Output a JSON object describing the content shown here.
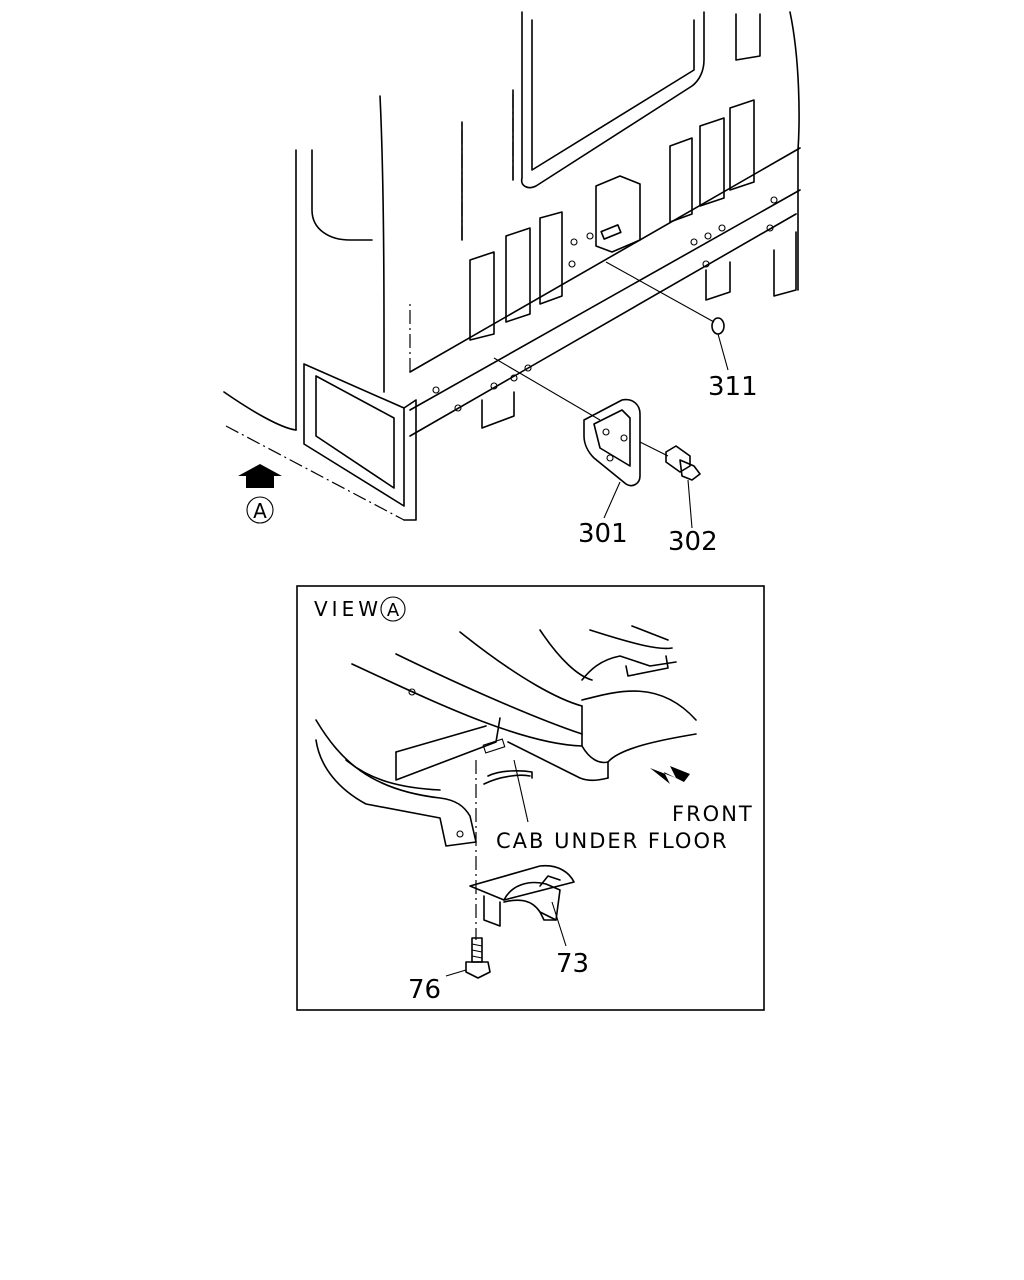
{
  "callouts": {
    "c311": "311",
    "c301": "301",
    "c302": "302",
    "c73": "73",
    "c76": "76"
  },
  "view_marker": {
    "letter": "A"
  },
  "detail_view": {
    "title": "VIEW",
    "letter": "A",
    "front_label": "FRONT",
    "floor_label": "CAB UNDER FLOOR"
  }
}
